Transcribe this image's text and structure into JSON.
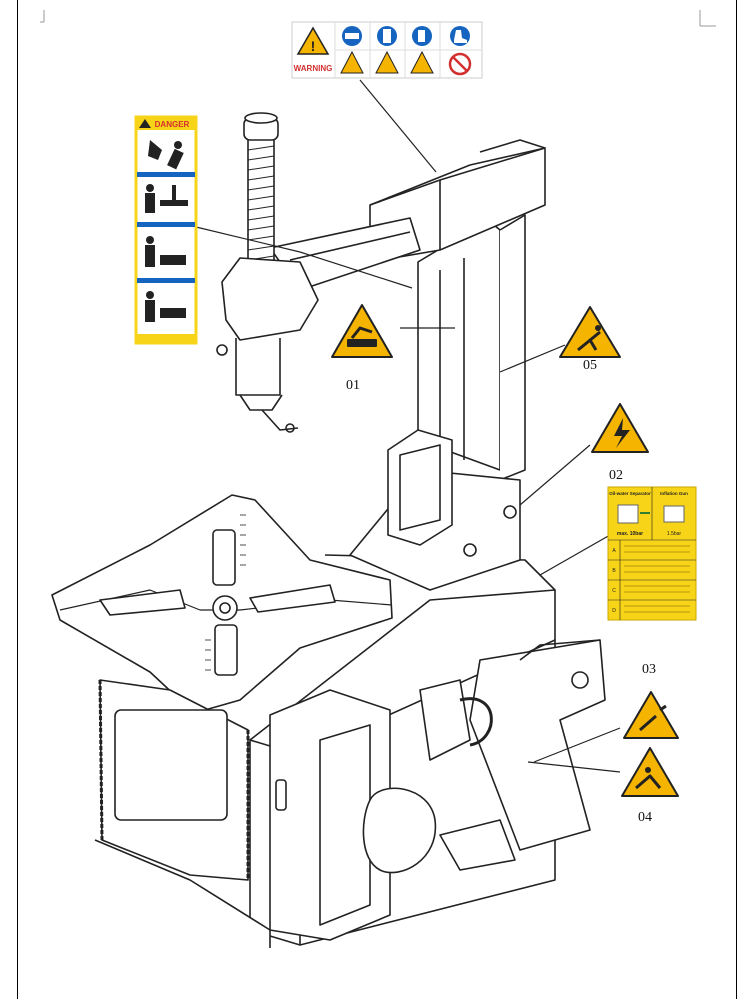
{
  "warning_strip": {
    "label": "WARNING"
  },
  "danger_label": {
    "title": "DANGER"
  },
  "separator_label": {
    "col1": "Oil-water Separator",
    "col2": "Inflation Gun",
    "left_caption": "max. 10bar",
    "right_caption": "1.5bar",
    "rows": [
      "A",
      "B",
      "C",
      "D"
    ]
  },
  "callouts": {
    "c01": "01",
    "c02": "02",
    "c03": "03",
    "c04": "04",
    "c05": "05"
  },
  "colors": {
    "warning_yellow": "#f4b400",
    "safety_blue": "#1565c0",
    "prohibit_red": "#d32f2f",
    "label_yellow": "#f7d417",
    "line": "#222222"
  }
}
